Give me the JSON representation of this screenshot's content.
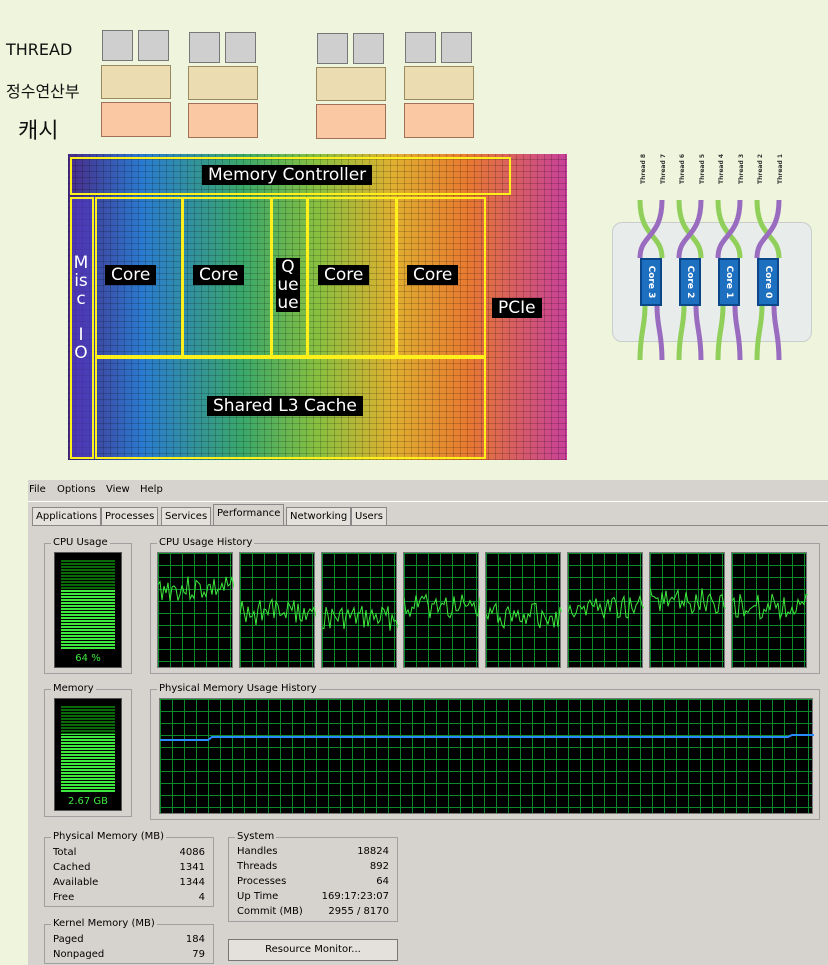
{
  "legend": {
    "thread": "THREAD",
    "alu": "정수연산부",
    "cache": "캐시"
  },
  "die": {
    "memory_controller": "Memory Controller",
    "core_label": "Core",
    "queue": "Queue",
    "misc_io": [
      "Misc",
      "IO"
    ],
    "pcie": "PCIe",
    "l3": "Shared L3 Cache"
  },
  "cores_diagram": {
    "threads": [
      "Thread 8",
      "Thread 7",
      "Thread 6",
      "Thread 5",
      "Thread 4",
      "Thread 3",
      "Thread 2",
      "Thread 1"
    ],
    "cores": [
      "Core 3",
      "Core 2",
      "Core 1",
      "Core 0"
    ]
  },
  "taskmgr": {
    "menu": [
      "File",
      "Options",
      "View",
      "Help"
    ],
    "tabs": [
      "Applications",
      "Processes",
      "Services",
      "Performance",
      "Networking",
      "Users"
    ],
    "active_tab": "Performance",
    "cpu_usage_title": "CPU Usage",
    "cpu_usage_value": "64 %",
    "cpu_usage_fraction": 0.64,
    "cpu_history_title": "CPU Usage History",
    "memory_title": "Memory",
    "memory_value": "2.67 GB",
    "memory_fraction": 0.65,
    "phys_history_title": "Physical Memory Usage History",
    "physical_memory": {
      "title": "Physical Memory (MB)",
      "rows": [
        [
          "Total",
          "4086"
        ],
        [
          "Cached",
          "1341"
        ],
        [
          "Available",
          "1344"
        ],
        [
          "Free",
          "4"
        ]
      ]
    },
    "kernel_memory": {
      "title": "Kernel Memory (MB)",
      "rows": [
        [
          "Paged",
          "184"
        ],
        [
          "Nonpaged",
          "79"
        ]
      ]
    },
    "system": {
      "title": "System",
      "rows": [
        [
          "Handles",
          "18824"
        ],
        [
          "Threads",
          "892"
        ],
        [
          "Processes",
          "64"
        ],
        [
          "Up Time",
          "169:17:23:07"
        ],
        [
          "Commit (MB)",
          "2955 / 8170"
        ]
      ]
    },
    "resource_monitor_button": "Resource Monitor...",
    "colors": {
      "graph_line": "#3ee83e",
      "memory_line": "#2a8aff",
      "grid": "#0a8a2a"
    }
  }
}
